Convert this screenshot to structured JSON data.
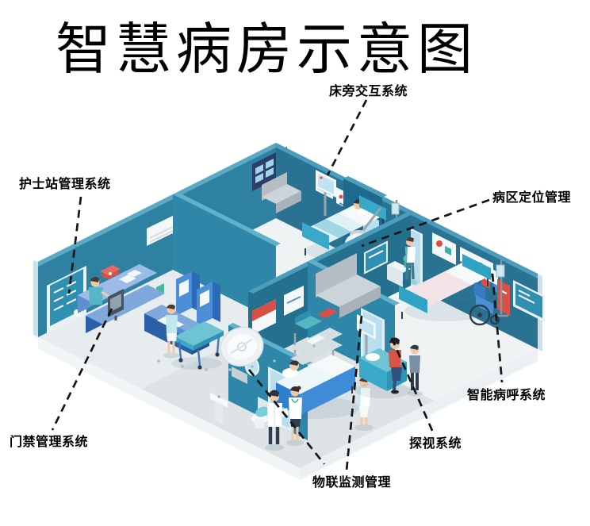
{
  "title": "智慧病房示意图",
  "labels": [
    {
      "id": "bedside-interaction",
      "text": "床旁交互系统"
    },
    {
      "id": "nurse-station",
      "text": "护士站管理系统"
    },
    {
      "id": "ward-positioning",
      "text": "病区定位管理"
    },
    {
      "id": "smart-call",
      "text": "智能病呼系统"
    },
    {
      "id": "visitation",
      "text": "探视系统"
    },
    {
      "id": "iot-monitoring",
      "text": "物联监测管理"
    },
    {
      "id": "access-control",
      "text": "门禁管理系统"
    }
  ],
  "colors": {
    "wall_main": "#2F81A1",
    "wall_right": "#2A7292",
    "wall_inner": "#2E86A8",
    "wall_dark": "#1F6A8C",
    "floor": "#DEE3E6",
    "desk_blue": "#2B5FA8",
    "kiosk_blue": "#4D8FD6",
    "furniture_teal": "#3AA8C9",
    "accent_red": "#D94F44",
    "scrub_teal": "#53B8C4",
    "leader_line": "#161616"
  }
}
